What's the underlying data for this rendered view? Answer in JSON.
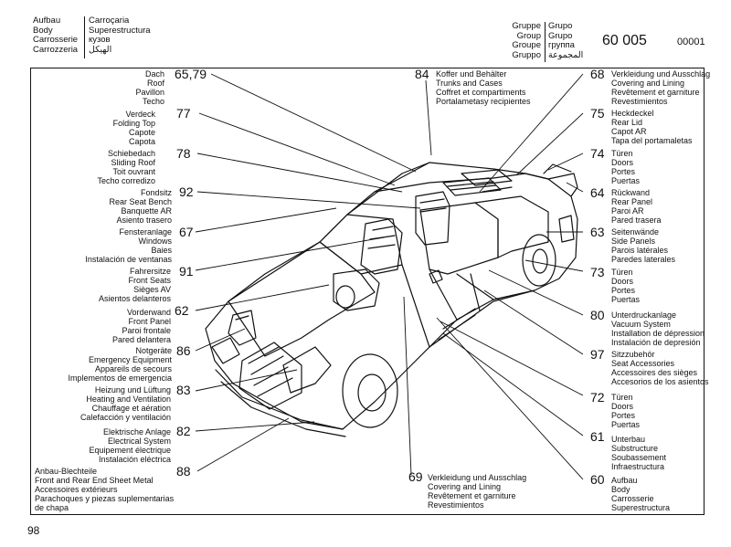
{
  "header": {
    "left_a": [
      "Aufbau",
      "Body",
      "Carrosserie",
      "Carrozzeria"
    ],
    "left_b": [
      "Carroçaria",
      "Superestructura",
      "кузов",
      "الهيكل"
    ],
    "right_a": [
      "Gruppe",
      "Group",
      "Groupe",
      "Gruppo"
    ],
    "right_b": [
      "Grupo",
      "Grupo",
      "группа",
      "المجموعة"
    ],
    "group_number": "60 005",
    "code": "00001"
  },
  "footer": {
    "page_number": "98"
  },
  "callouts_left": [
    {
      "number": "65,79",
      "lines": [
        "Dach",
        "Roof",
        "Pavillon",
        "Techo"
      ]
    },
    {
      "number": "77",
      "lines": [
        "Verdeck",
        "Folding Top",
        "Capote",
        "Capota"
      ]
    },
    {
      "number": "78",
      "lines": [
        "Schiebedach",
        "Sliding Roof",
        "Toit ouvrant",
        "Techo corredizo"
      ]
    },
    {
      "number": "92",
      "lines": [
        "Fondsitz",
        "Rear Seat Bench",
        "Banquette AR",
        "Asiento trasero"
      ]
    },
    {
      "number": "67",
      "lines": [
        "Fensteranlage",
        "Windows",
        "Baies",
        "Instalación de ventanas"
      ]
    },
    {
      "number": "91",
      "lines": [
        "Fahrersitze",
        "Front Seats",
        "Sièges AV",
        "Asientos delanteros"
      ]
    },
    {
      "number": "62",
      "lines": [
        "Vorderwand",
        "Front Panel",
        "Paroi frontale",
        "Pared delantera"
      ]
    },
    {
      "number": "86",
      "lines": [
        "Notgeräte",
        "Emergency Equipment",
        "Appareils de secours",
        "Implementos de emergencia"
      ]
    },
    {
      "number": "83",
      "lines": [
        "Heizung und Lüftung",
        "Heating and Ventilation",
        "Chauffage et aération",
        "Calefacción y ventilación"
      ]
    },
    {
      "number": "82",
      "lines": [
        "Elektrische Anlage",
        "Electrical System",
        "Equipement électrique",
        "Instalación eléctrica"
      ]
    },
    {
      "number": "88",
      "lines": [
        "Anbau-Blechteile",
        "Front and Rear End Sheet Metal",
        "Accessoires extérieurs",
        "Parachoques y piezas suplementarias",
        "de chapa"
      ]
    }
  ],
  "callout_top": {
    "number": "84",
    "lines": [
      "Koffer und Behälter",
      "Trunks and Cases",
      "Coffret et compartiments",
      "Portalametasy recipientes"
    ]
  },
  "callout_bottom": {
    "number": "69",
    "lines": [
      "Verkleidung und Ausschlag",
      "Covering and Lining",
      "Revêtement et garniture",
      "Revestimientos"
    ]
  },
  "callouts_right": [
    {
      "number": "68",
      "lines": [
        "Verkleidung und Ausschlag",
        "Covering and Lining",
        "Revêtement et garniture",
        "Revestimientos"
      ]
    },
    {
      "number": "75",
      "lines": [
        "Heckdeckel",
        "Rear Lid",
        "Capot AR",
        "Tapa del portamaletas"
      ]
    },
    {
      "number": "74",
      "lines": [
        "Türen",
        "Doors",
        "Portes",
        "Puertas"
      ]
    },
    {
      "number": "64",
      "lines": [
        "Rückwand",
        "Rear Panel",
        "Paroi AR",
        "Pared trasera"
      ]
    },
    {
      "number": "63",
      "lines": [
        "Seitenwände",
        "Side Panels",
        "Parois latérales",
        "Paredes laterales"
      ]
    },
    {
      "number": "73",
      "lines": [
        "Türen",
        "Doors",
        "Portes",
        "Puertas"
      ]
    },
    {
      "number": "80",
      "lines": [
        "Unterdruckanlage",
        "Vacuum System",
        "Installation de dépression",
        "Instalación de depresión"
      ]
    },
    {
      "number": "97",
      "lines": [
        "Sitzzubehör",
        "Seat Accessories",
        "Accessoires des sièges",
        "Accesorios de los asientos"
      ]
    },
    {
      "number": "72",
      "lines": [
        "Türen",
        "Doors",
        "Portes",
        "Puertas"
      ]
    },
    {
      "number": "61",
      "lines": [
        "Unterbau",
        "Substructure",
        "Soubassement",
        "Infraestructura"
      ]
    },
    {
      "number": "60",
      "lines": [
        "Aufbau",
        "Body",
        "Carrosserie",
        "Superestructura"
      ]
    }
  ]
}
